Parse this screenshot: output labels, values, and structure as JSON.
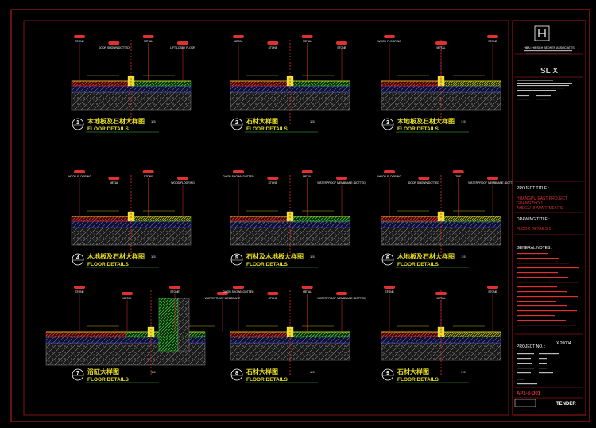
{
  "details": [
    {
      "num": "1",
      "cn": "木地板及石材大样图",
      "en": "FLOOR DETAILS",
      "scale": "1:5",
      "callouts": [
        "STONE",
        "DOOR SHOWN DOTTED",
        "METAL",
        "LIFT LOBBY FLOOR"
      ]
    },
    {
      "num": "2",
      "cn": "石材大样图",
      "en": "FLOOR DETAILS",
      "scale": "1:5",
      "callouts": [
        "METAL",
        "STONE",
        "METAL",
        "STONE"
      ]
    },
    {
      "num": "3",
      "cn": "木地板及石材大样图",
      "en": "FLOOR DETAILS",
      "scale": "1:5",
      "callouts": [
        "WOOD FLOORING",
        "METAL",
        "STONE"
      ]
    },
    {
      "num": "4",
      "cn": "木地板及石材大样图",
      "en": "FLOOR DETAILS",
      "scale": "1:5",
      "callouts": [
        "WOOD FLOORING",
        "METAL",
        "STONE",
        "WOOD FLOORING"
      ]
    },
    {
      "num": "5",
      "cn": "石材及木地板大样图",
      "en": "FLOOR DETAILS",
      "scale": "1:5",
      "callouts": [
        "DOOR SHOWN DOTTED",
        "STONE",
        "METAL",
        "WATERPROOF MEMBRANE (DOTTED)"
      ]
    },
    {
      "num": "6",
      "cn": "木地板及石材大样图",
      "en": "FLOOR DETAILS",
      "scale": "1:5",
      "callouts": [
        "WOOD FLOORING",
        "DOOR SHOWN DOTTED",
        "TILE",
        "WATERPROOF MEMBRANE (DOTTED)"
      ]
    },
    {
      "num": "7",
      "cn": "浴缸大样图",
      "en": "FLOOR DETAILS",
      "scale": "1:5",
      "callouts": [
        "STONE",
        "METAL",
        "STONE",
        "WATERPROOF MEMBRANE"
      ]
    },
    {
      "num": "8",
      "cn": "石材大样图",
      "en": "FLOOR DETAILS",
      "scale": "1:5",
      "callouts": [
        "DOOR SHOWN DOTTED",
        "STONE",
        "METAL",
        "WATERPROOF MEMBRANE (DOTTED)"
      ]
    },
    {
      "num": "9",
      "cn": "石材大样图",
      "en": "FLOOR DETAILS",
      "scale": "1:5",
      "callouts": [
        "STONE",
        "METAL",
        "STONE"
      ]
    }
  ],
  "title_block": {
    "firm": "HBA | HIRSCH BEDNER ASSOCIATES",
    "client_logo": "SL X",
    "project_title_label": "PROJECT TITLE :",
    "project_title": [
      "HUANGPU EAST PROJECT",
      "GUANGZHOU",
      "AHEGU III APARTMENTS"
    ],
    "drawing_title_label": "DRAWING TITLE :",
    "drawing_title": "FLOOR DETAILS 1",
    "general_notes_label": "GENERAL NOTES :",
    "project_no_label": "PROJECT NO. :",
    "project_no": "X 20004",
    "drawing_no": "AP1-8-D01",
    "status": "TENDER"
  }
}
